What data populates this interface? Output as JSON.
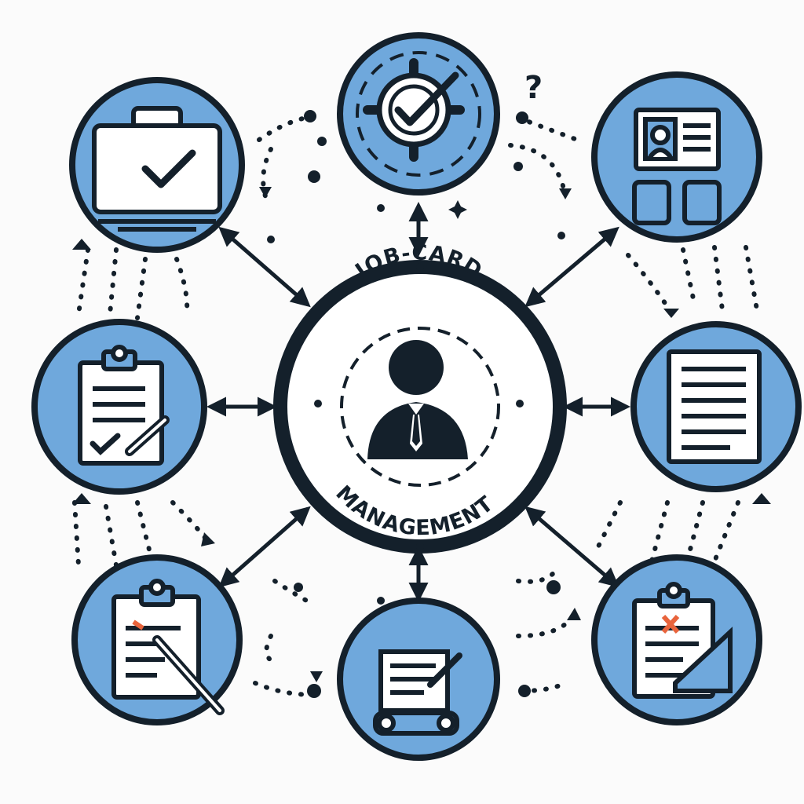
{
  "diagram": {
    "title_top": "JOB-CARD",
    "title_bottom": "MANAGEMENT"
  },
  "colors": {
    "circle_fill": "#6fa8dc",
    "stroke": "#14202b",
    "paper": "#ffffff",
    "accent_red": "#e8643c",
    "background": "#fbfbfb"
  },
  "nodes": [
    {
      "id": "top",
      "icon": "gear-check-icon"
    },
    {
      "id": "top-right",
      "icon": "id-card-icon"
    },
    {
      "id": "right",
      "icon": "document-icon"
    },
    {
      "id": "bottom-right",
      "icon": "clipboard-x-icon"
    },
    {
      "id": "bottom",
      "icon": "document-scroll-icon"
    },
    {
      "id": "bottom-left",
      "icon": "clipboard-pen-icon"
    },
    {
      "id": "left",
      "icon": "clipboard-check-icon"
    },
    {
      "id": "top-left",
      "icon": "briefcase-check-icon"
    }
  ],
  "hub_icon": "person-icon"
}
